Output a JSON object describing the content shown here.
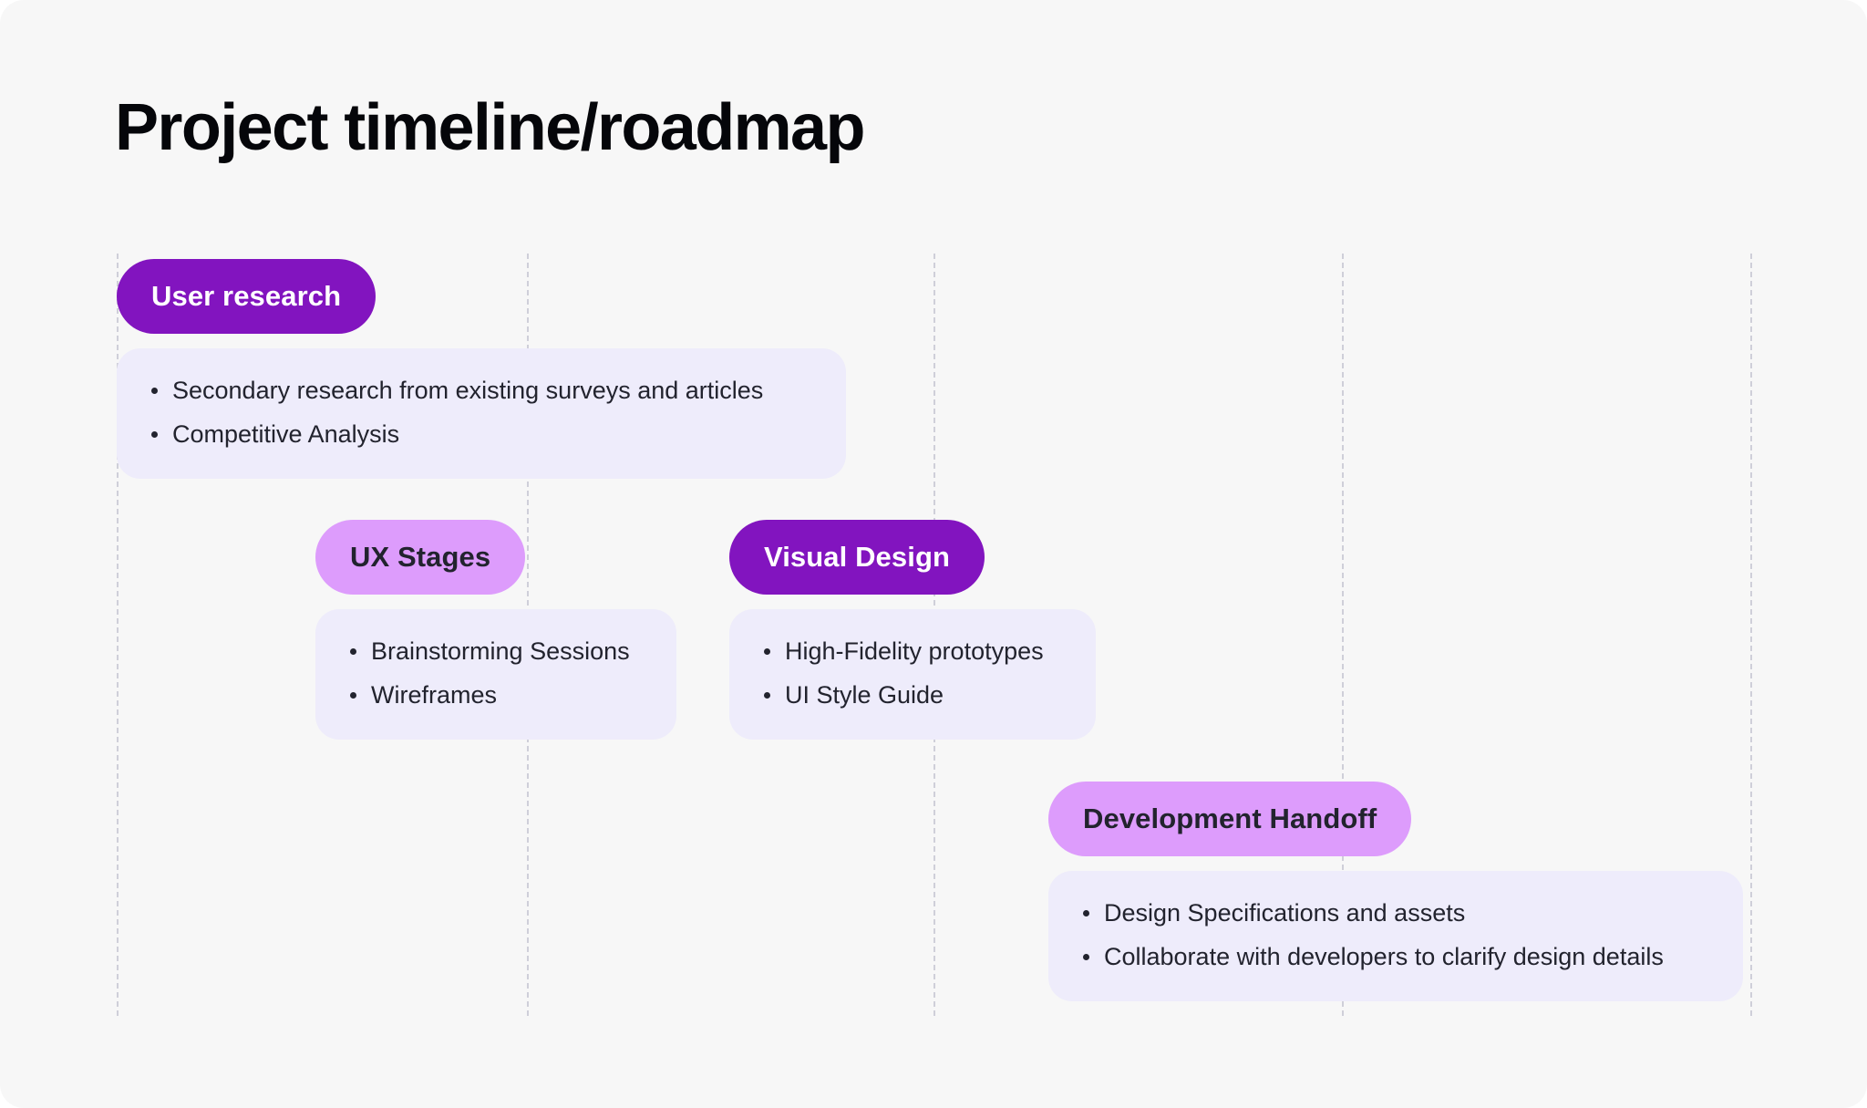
{
  "page": {
    "title": "Project timeline/roadmap",
    "background_color": "#f7f7f7",
    "accent_dark": "#8214bf",
    "accent_light": "#dd9cfc",
    "card_color": "#eeecfb",
    "text_color": "#22232e",
    "gridline_color": "#c9c9d4"
  },
  "timeline": {
    "gridline_count": 5,
    "gridline_x": [
      128,
      578,
      1024,
      1472,
      1920
    ],
    "phases": [
      {
        "label": "User research",
        "style": "dark",
        "items": [
          "Secondary research from existing surveys and articles",
          "Competitive Analysis"
        ]
      },
      {
        "label": "UX Stages",
        "style": "light",
        "items": [
          "Brainstorming Sessions",
          "Wireframes"
        ]
      },
      {
        "label": "Visual Design",
        "style": "dark",
        "items": [
          "High-Fidelity prototypes",
          "UI Style Guide"
        ]
      },
      {
        "label": "Development Handoff",
        "style": "light",
        "items": [
          "Design Specifications and assets",
          "Collaborate with developers to clarify design details"
        ]
      }
    ]
  }
}
